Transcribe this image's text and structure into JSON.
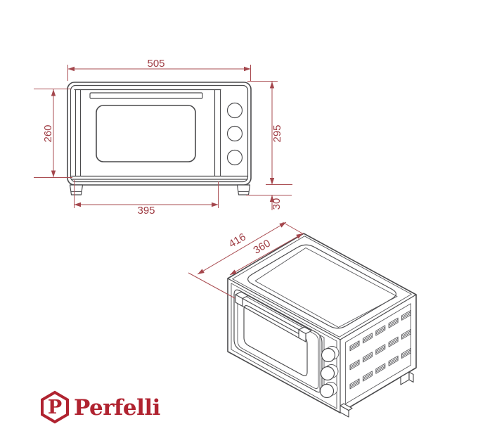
{
  "dimensions": {
    "front": {
      "width": "505",
      "door_height": "260",
      "body_height": "295",
      "feet_height": "30",
      "base_width": "395"
    },
    "isometric": {
      "total_depth": "416",
      "body_depth": "360"
    }
  },
  "brand": {
    "monogram": "P",
    "wordmark": "Perfelli"
  },
  "colors": {
    "dimension_red": "#aa4d52",
    "drawing_gray": "#4a4a4c",
    "brand_red": "#b02330"
  }
}
